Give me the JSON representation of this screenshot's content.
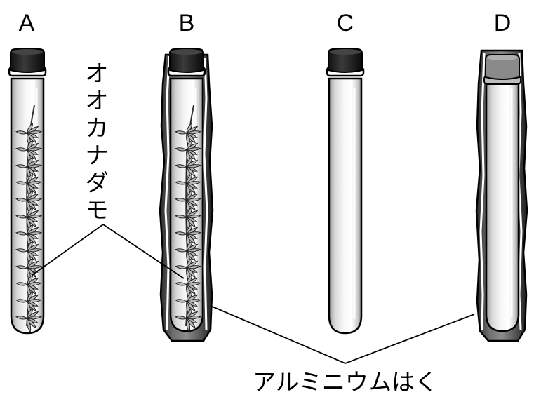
{
  "tubes": [
    {
      "label": "A",
      "has_plant": true,
      "foil_wrapped": false
    },
    {
      "label": "B",
      "has_plant": true,
      "foil_wrapped": true
    },
    {
      "label": "C",
      "has_plant": false,
      "foil_wrapped": false
    },
    {
      "label": "D",
      "has_plant": false,
      "foil_wrapped": true
    }
  ],
  "labels": {
    "plant": [
      "オ",
      "オ",
      "カ",
      "ナ",
      "ダ",
      "モ"
    ],
    "foil": "アルミニウムはく"
  }
}
